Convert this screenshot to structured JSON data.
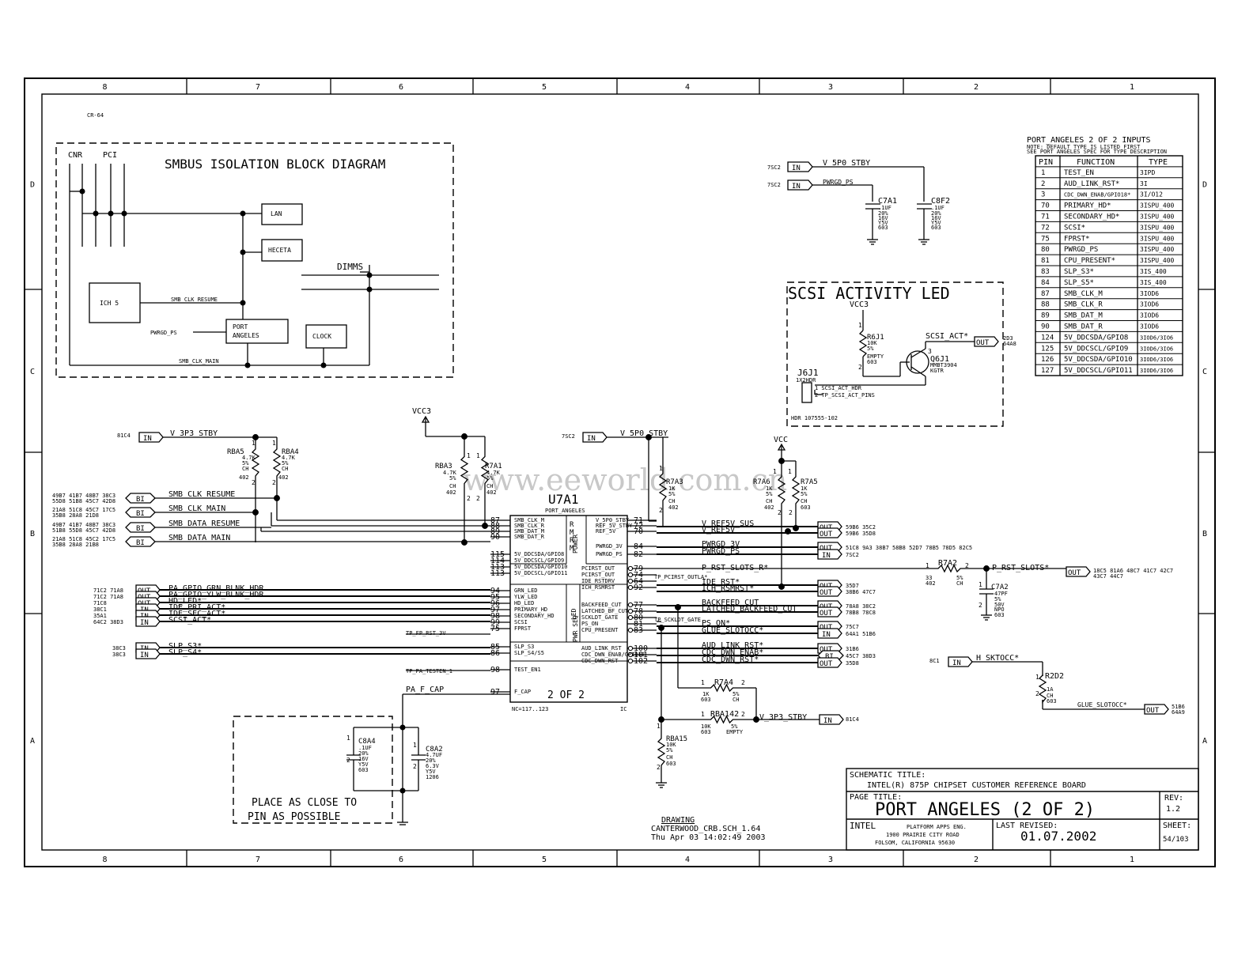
{
  "border": {
    "top_zones": [
      "8",
      "7",
      "6",
      "5",
      "4",
      "3",
      "2",
      "1"
    ],
    "bottom_zones": [
      "8",
      "7",
      "6",
      "5",
      "4",
      "3",
      "2",
      "1"
    ],
    "left_zones": [
      "D",
      "C",
      "B",
      "A"
    ],
    "right_zones": [
      "D",
      "C",
      "B",
      "A"
    ],
    "corner_ref": "CR-64"
  },
  "watermark": "www.eeworld.com.cn",
  "block_diagram": {
    "title": "SMBUS ISOLATION BLOCK DIAGRAM",
    "bus_labels": [
      "CNR",
      "PCI"
    ],
    "boxes": {
      "lan": "LAN",
      "heceta": "HECETA",
      "ich": "ICH 5",
      "port_angeles": [
        "PORT",
        "ANGELES"
      ],
      "clock": "CLOCK"
    },
    "dimms": "DIMMS",
    "nets": {
      "clk_resume": "SMB_CLK_RESUME",
      "clk_main": "SMB_CLK_MAIN",
      "pwrgd": "PWRGD_PS"
    }
  },
  "pin_table": {
    "title": "PORT_ANGELES 2 OF 2 INPUTS",
    "note1": "NOTE: DEFAULT TYPE IS LISTED FIRST",
    "note2": "SEE PORT ANGELES SPEC FOR TYPE DESCRIPTION",
    "headers": [
      "PIN",
      "FUNCTION",
      "TYPE"
    ],
    "rows": [
      [
        "1",
        "TEST_EN",
        "3IPD"
      ],
      [
        "2",
        "AUD_LINK_RST*",
        "3I"
      ],
      [
        "3",
        "CDC_DWN_ENAB/GPIO18*",
        "3I/O12"
      ],
      [
        "70",
        "PRIMARY_HD*",
        "3ISPU_400"
      ],
      [
        "71",
        "SECONDARY_HD*",
        "3ISPU_400"
      ],
      [
        "72",
        "SCSI*",
        "3ISPU_400"
      ],
      [
        "75",
        "FPRST*",
        "3ISPU_400"
      ],
      [
        "80",
        "PWRGD_PS",
        "3ISPU_400"
      ],
      [
        "81",
        "CPU_PRESENT*",
        "3ISPU_400"
      ],
      [
        "83",
        "SLP_S3*",
        "3IS_400"
      ],
      [
        "84",
        "SLP_S5*",
        "3IS_400"
      ],
      [
        "87",
        "SMB_CLK_M",
        "3IOD6"
      ],
      [
        "88",
        "SMB_CLK_R",
        "3IOD6"
      ],
      [
        "89",
        "SMB_DAT_M",
        "3IOD6"
      ],
      [
        "90",
        "SMB_DAT_R",
        "3IOD6"
      ],
      [
        "124",
        "5V_DDCSDA/GPIO8",
        "3IOD6/3IO6"
      ],
      [
        "125",
        "5V_DDCSCL/GPIO9",
        "3IOD6/3IO6"
      ],
      [
        "126",
        "5V_DDCSDA/GPIO10",
        "3IOD6/3IO6"
      ],
      [
        "127",
        "5V_DDCSCL/GPIO11",
        "3IOD6/3IO6"
      ]
    ]
  },
  "top_caps": {
    "in1_ref": "7SC2",
    "in1_net": "V_5P0_STBY",
    "in2_ref": "7SC2",
    "in2_net": "PWRGD_PS",
    "c1": {
      "name": "C7A1",
      "v": ".1UF",
      "l": [
        "20%",
        "16V",
        "Y5V",
        "603"
      ]
    },
    "c2": {
      "name": "C8F2",
      "v": ".1UF",
      "l": [
        "20%",
        "16V",
        "Y5V",
        "603"
      ]
    },
    "in_tag": "IN"
  },
  "scsi_led": {
    "title": "SCSI ACTIVITY LED",
    "vcc": "VCC3",
    "res": {
      "name": "R6J1",
      "l": [
        "10K",
        "5%",
        "EMPTY",
        "603"
      ]
    },
    "net": "SCSI_ACT*",
    "out_ref": [
      "2D3",
      "64A8"
    ],
    "q": {
      "name": "Q6J1",
      "l": [
        "MMBT3904",
        "KGTR"
      ]
    },
    "hdr": {
      "name": "J6J1",
      "l": [
        "1X2HDR"
      ],
      "p1": "1 SCSI_ACT_HDR",
      "p2": "2 TP_SCSI_ACT_PINS",
      "part": "HDR 107555-102"
    }
  },
  "u7a1": {
    "ref": "U7A1",
    "part": "PORT_ANGELES",
    "footer_left": "NC=117..123",
    "footer_right": "IC",
    "of": "2 OF 2",
    "section_r": "R M M",
    "section_power": "POWER",
    "section_led": "LED",
    "section_pwrseq": "PWR SEQ",
    "left_pins": [
      {
        "num": "87",
        "name": "SMB_CLK_M"
      },
      {
        "num": "88",
        "name": "SMB_CLK_R"
      },
      {
        "num": "89",
        "name": "SMB_DAT_M"
      },
      {
        "num": "90",
        "name": "SMB_DAT_R"
      },
      {
        "num": "115",
        "name": "5V_DDCSDA/GPIO8"
      },
      {
        "num": "114",
        "name": "5V_DDCSCL/GPIO9"
      },
      {
        "num": "113",
        "name": "5V_DDCSDA/GPIO10"
      },
      {
        "num": "113",
        "name": "5V_DDCSCL/GPIO11"
      },
      {
        "num": "94",
        "name": "GRN_LED"
      },
      {
        "num": "95",
        "name": "YLW_LED"
      },
      {
        "num": "96",
        "name": "HD_LED"
      },
      {
        "num": "97",
        "name": "PRIMARY_HD"
      },
      {
        "num": "98",
        "name": "SECONDARY_HD"
      },
      {
        "num": "99",
        "name": "SCSI"
      },
      {
        "num": "75",
        "name": "FPRST"
      },
      {
        "num": "85",
        "name": "SLP_S3"
      },
      {
        "num": "86",
        "name": "SLP_S4/S5"
      },
      {
        "num": "98",
        "name": "TEST_EN1"
      },
      {
        "num": "97",
        "name": "F_CAP"
      }
    ],
    "right_pins": [
      {
        "num": "71",
        "name": "V_5P0_STBY"
      },
      {
        "num": "72",
        "name": "REF_5V_STBY"
      },
      {
        "num": "70",
        "name": "REF_5V"
      },
      {
        "num": "84",
        "name": "PWRGD_3V"
      },
      {
        "num": "82",
        "name": "PWRGD_PS"
      },
      {
        "num": "79",
        "name": "PCIRST_OUT"
      },
      {
        "num": "74",
        "name": "PCIRST_OUT"
      },
      {
        "num": "64",
        "name": "IDE_RSTDRV"
      },
      {
        "num": "92",
        "name": "ICH_RSMRST"
      },
      {
        "num": "77",
        "name": "BACKFEED_CUT"
      },
      {
        "num": "78",
        "name": "LATCHED_BF_CUT"
      },
      {
        "num": "80",
        "name": "SCKLDT_GATE"
      },
      {
        "num": "81",
        "name": "PS_ON"
      },
      {
        "num": "83",
        "name": "CPU_PRESENT"
      },
      {
        "num": "100",
        "name": "AUD_LINK_RST"
      },
      {
        "num": "101",
        "name": "CDC_DWN_ENAB/GPIO18"
      },
      {
        "num": "102",
        "name": "CDC_DWN_RST"
      }
    ]
  },
  "left_nets": {
    "in_3p3": {
      "ref": "81C4",
      "net": "V_3P3_STBY"
    },
    "smb": [
      {
        "refs": [
          "49B7 41B7 48B7 38C3",
          "55D8 51B8 45C7 42D8"
        ],
        "net": "SMB_CLK_RESUME"
      },
      {
        "refs": [
          "21A8 51C8 45C7 17C5",
          "35B8 28A8 21D8"
        ],
        "net": "SMB_CLK_MAIN"
      },
      {
        "refs": [
          "49B7 41B7 48B7 38C3",
          "51B8 55D8 45C7 42D8"
        ],
        "net": "SMB_DATA_RESUME"
      },
      {
        "refs": [
          "21A8 51C8 45C2 17C5",
          "35B8 28A8 21B8"
        ],
        "net": "SMB_DATA_MAIN"
      }
    ],
    "leds": [
      {
        "ref": "71C2 71A8",
        "tag": "OUT",
        "net": "PA_GPIO_GRN_BLNK_HDR"
      },
      {
        "ref": "71C2 71A8",
        "tag": "OUT",
        "net": "PA_GPIO_YLW_BLNK_HDR"
      },
      {
        "ref": "71C8",
        "tag": "OUT",
        "net": "HD_LED*"
      },
      {
        "ref": "38C1",
        "tag": "IN",
        "net": "IDE_PRI_ACT*"
      },
      {
        "ref": "35A1",
        "tag": "IN",
        "net": "IDE_SEC_ACT*"
      },
      {
        "ref": "64C2 38D3",
        "tag": "IN",
        "net": "SCSI_ACT*"
      }
    ],
    "tp_fp_rst": "TP_FP_RST_3V",
    "slp": [
      {
        "ref": "38C3",
        "tag": "IN",
        "net": "SLP_S3*"
      },
      {
        "ref": "38C3",
        "tag": "IN",
        "net": "SLP_S4*"
      }
    ],
    "tp_test": "TP_PA_TESTEN_1",
    "pa_f_cap": "PA_F_CAP",
    "vcc3": "VCC3",
    "rba5": {
      "name": "RBA5",
      "l": [
        "4.7K",
        "5%",
        "CH",
        "402"
      ]
    },
    "rba4": {
      "name": "RBA4",
      "l": [
        "4.7K",
        "5%",
        "CH",
        "402"
      ]
    },
    "rba3": {
      "name": "RBA3",
      "l": [
        "4.7K",
        "5%",
        "CH",
        "402"
      ]
    },
    "r7a1": {
      "name": "R7A1",
      "l": [
        "4.7K",
        "5%",
        "CH",
        "402"
      ]
    }
  },
  "bottom_left": {
    "c8a4": {
      "name": "C8A4",
      "l": [
        ".1UF",
        "20%",
        "16V",
        "Y5V",
        "603"
      ]
    },
    "c8a2": {
      "name": "C8A2",
      "l": [
        "4.7UF",
        "20%",
        "6.3V",
        "Y5V",
        "1206"
      ]
    },
    "note1": "PLACE AS CLOSE TO",
    "note2": "PIN AS POSSIBLE"
  },
  "right_side": {
    "in_5p0": {
      "ref": "7SC2",
      "net": "V_5P0_STBY"
    },
    "r7a3": {
      "name": "R7A3",
      "l": [
        "1K",
        "5%",
        "CH",
        "402"
      ]
    },
    "vcc": "VCC",
    "r7a6": {
      "name": "R7A6",
      "l": [
        "1K",
        "5%",
        "CH",
        "402"
      ]
    },
    "r7a5": {
      "name": "R7A5",
      "l": [
        "1K",
        "5%",
        "CH",
        "603"
      ]
    },
    "outs": [
      {
        "net": "V_REF5V_SUS",
        "tag": "OUT",
        "ref": "59B6 35C2"
      },
      {
        "net": "V_REF5V",
        "tag": "OUT",
        "ref": "59B6 35D8"
      },
      {
        "net": "PWRGD_3V",
        "tag": "OUT",
        "ref": "51C8 9A3   38B7 58B8 52D7 78B5 78D5 82C5"
      },
      {
        "net": "PWRGD_PS",
        "tag": "IN",
        "ref": "7SC2"
      },
      {
        "net": "IDE_RST*",
        "tag": "OUT",
        "ref": "35D7"
      },
      {
        "net": "ICH_RSMRST*",
        "tag": "OUT",
        "ref": "38B6 47C7"
      },
      {
        "net": "BACKFEED_CUT",
        "tag": "OUT",
        "ref": "78A8 38C2"
      },
      {
        "net": "LATCHED_BACKFEED_CUT",
        "tag": "OUT",
        "ref": "78B8 78C8"
      },
      {
        "net": "PS_ON*",
        "tag": "OUT",
        "ref": "75C7"
      },
      {
        "net": "GLUE_SLOTOCC*",
        "tag": "IN",
        "ref": "64A1 51B6"
      },
      {
        "net": "AUD_LINK_RST*",
        "tag": "OUT",
        "ref": "31B6"
      },
      {
        "net": "CDC_DWN_ENAB*",
        "tag": "BI",
        "ref": "45C7 38D3"
      },
      {
        "net": "CDC_DWN_RST*",
        "tag": "OUT",
        "ref": "35D8"
      }
    ],
    "p_rst_r": "P_RST_SLOTS_R*",
    "tp_pcirst": "TP_PCIRST_OUTLA*",
    "tp_sckl": "TP_SCKLDT_GATE",
    "r7a2": {
      "name": "R7A2",
      "l": [
        "33",
        "402"
      ],
      "l2": [
        "5%",
        "CH"
      ]
    },
    "p_rst": {
      "net": "P_RST_SLOTS*",
      "refs": [
        "18C5 81A6 48C7 41C7 42C7",
        "43C7 44C7"
      ]
    },
    "c7a2": {
      "name": "C7A2",
      "l": [
        "47PF",
        "5%",
        "50V",
        "NPO",
        "603"
      ]
    },
    "r7a4": {
      "name": "R7A4",
      "l": [
        "1K",
        "603"
      ],
      "l2": [
        "5%",
        "CH"
      ]
    },
    "rba142": {
      "name": "RBA142",
      "l": [
        "10K",
        "603"
      ],
      "l2": [
        "5%",
        "EMPTY"
      ]
    },
    "rba15": {
      "name": "RBA15",
      "l": [
        "10K",
        "5%",
        "CH",
        "603"
      ]
    },
    "in_3p3": {
      "net": "V_3P3_STBY",
      "ref": "81C4"
    },
    "h_sktocc": {
      "ref": "8C1",
      "net": "H_SKTOCC*"
    },
    "r2d2": {
      "name": "R2D2",
      "l": [
        "1A",
        "CH",
        "603"
      ]
    },
    "glue_out": {
      "net": "GLUE_SLOTOCC*",
      "refs": [
        "51B6",
        "64A9"
      ]
    }
  },
  "title_block": {
    "schematic_title_label": "SCHEMATIC TITLE:",
    "schematic_title": "INTEL(R) 875P CHIPSET CUSTOMER REFERENCE BOARD",
    "page_title_label": "PAGE TITLE:",
    "page_title": "PORT ANGELES (2 OF 2)",
    "rev_label": "REV:",
    "rev": "1.2",
    "company": "INTEL",
    "address": [
      "PLATFORM APPS ENG.",
      "1900 PRAIRIE CITY ROAD",
      "FOLSOM, CALIFORNIA 95630"
    ],
    "last_revised_label": "LAST REVISED:",
    "last_revised": "01.07.2002",
    "sheet_label": "SHEET:",
    "sheet": "54/103"
  },
  "drawing": {
    "label": "DRAWING",
    "file": "CANTERWOOD_CRB.SCH_1.64",
    "date": "Thu Apr 03 14:02:49 2003"
  }
}
